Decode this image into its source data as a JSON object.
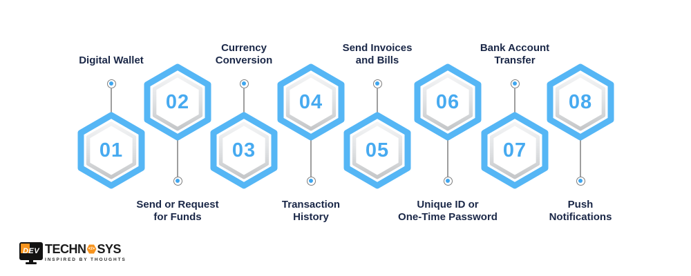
{
  "features": [
    {
      "number": "01",
      "label_line1": "Digital Wallet",
      "label_line2": "",
      "hexagon_position": "down"
    },
    {
      "number": "02",
      "label_line1": "Send or Request",
      "label_line2": "for Funds",
      "hexagon_position": "up"
    },
    {
      "number": "03",
      "label_line1": "Currency",
      "label_line2": "Conversion",
      "hexagon_position": "down"
    },
    {
      "number": "04",
      "label_line1": "Transaction",
      "label_line2": "History",
      "hexagon_position": "up"
    },
    {
      "number": "05",
      "label_line1": "Send Invoices",
      "label_line2": "and Bills",
      "hexagon_position": "down"
    },
    {
      "number": "06",
      "label_line1": "Unique ID or",
      "label_line2": "One-Time Password",
      "hexagon_position": "up"
    },
    {
      "number": "07",
      "label_line1": "Bank Account",
      "label_line2": "Transfer",
      "hexagon_position": "down"
    },
    {
      "number": "08",
      "label_line1": "Push",
      "label_line2": "Notifications",
      "hexagon_position": "up"
    }
  ],
  "logo": {
    "device_text": "DEV",
    "brand_part1": "TECHN",
    "brand_icon_glyph": "</>",
    "brand_part2": "SYS",
    "tagline": "INSPIRED BY THOUGHTS"
  },
  "colors": {
    "hexagon_border_blue": "#55b6f5",
    "number_blue": "#47aaf0",
    "label_navy": "#1a2747",
    "ring_gray_top": "#f3f4f5",
    "ring_gray_bottom": "#c5c7c9",
    "connector_gray": "#9e9e9e",
    "dot_ring_gray": "#7d7d7d",
    "dot_blue": "#3fa6ef",
    "logo_orange": "#f7941e",
    "logo_black": "#121212"
  }
}
